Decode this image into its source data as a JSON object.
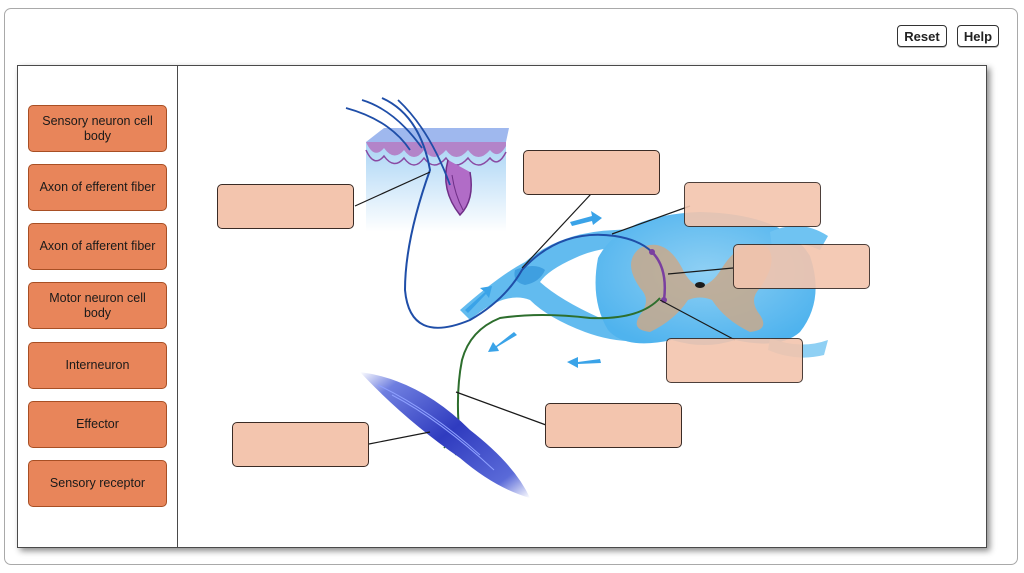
{
  "toolbar": {
    "reset_label": "Reset",
    "help_label": "Help"
  },
  "labels": [
    {
      "id": "sensory-neuron-cell-body",
      "text": "Sensory neuron cell body"
    },
    {
      "id": "axon-of-efferent-fiber",
      "text": "Axon of efferent fiber"
    },
    {
      "id": "axon-of-afferent-fiber",
      "text": "Axon of afferent fiber"
    },
    {
      "id": "motor-neuron-cell-body",
      "text": "Motor neuron cell body"
    },
    {
      "id": "interneuron",
      "text": "Interneuron"
    },
    {
      "id": "effector",
      "text": "Effector"
    },
    {
      "id": "sensory-receptor",
      "text": "Sensory receptor"
    }
  ],
  "drop_targets": [
    {
      "id": "target-1",
      "value": ""
    },
    {
      "id": "target-2",
      "value": ""
    },
    {
      "id": "target-3",
      "value": ""
    },
    {
      "id": "target-4",
      "value": ""
    },
    {
      "id": "target-5",
      "value": ""
    },
    {
      "id": "target-6",
      "value": ""
    },
    {
      "id": "target-7",
      "value": ""
    }
  ],
  "colors": {
    "chip_fill": "#e8855a",
    "drop_fill": "#f3c5ae",
    "nerve_blue": "#4fb3ee",
    "sensory_fiber": "#1f4ea8",
    "motor_fiber": "#2d6e2d",
    "interneuron": "#7a3fa0",
    "muscle": "#3b49c8"
  }
}
